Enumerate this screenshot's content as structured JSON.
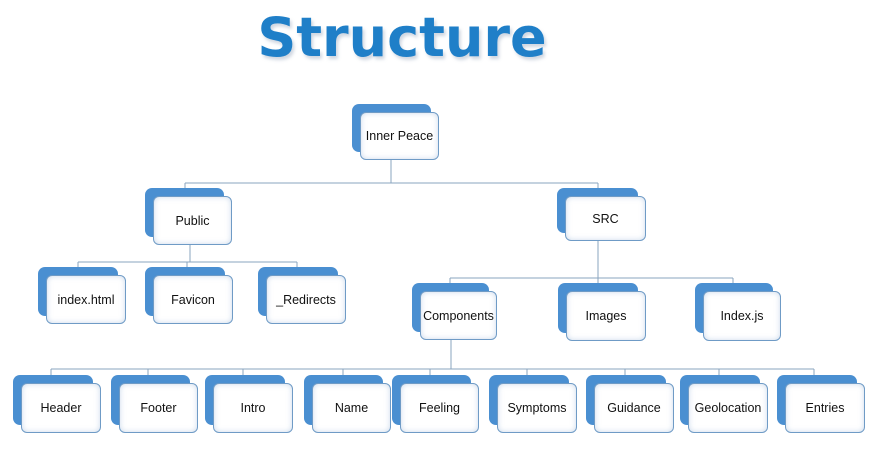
{
  "title": "Structure",
  "colors": {
    "title": "#1f7fc8",
    "box_back": "#4a8fd1",
    "box_border": "#6f9bc6",
    "connector": "#8aa4bf"
  },
  "root": {
    "label": "Inner Peace"
  },
  "level1": [
    {
      "label": "Public"
    },
    {
      "label": "SRC"
    }
  ],
  "public_children": [
    {
      "label": "index.html"
    },
    {
      "label": "Favicon"
    },
    {
      "label": "_Redirects"
    }
  ],
  "src_children": [
    {
      "label": "Components"
    },
    {
      "label": "Images"
    },
    {
      "label": "Index.js"
    }
  ],
  "components_children": [
    {
      "label": "Header"
    },
    {
      "label": "Footer"
    },
    {
      "label": "Intro"
    },
    {
      "label": "Name"
    },
    {
      "label": "Feeling"
    },
    {
      "label": "Symptoms"
    },
    {
      "label": "Guidance"
    },
    {
      "label": "Geolocation"
    },
    {
      "label": "Entries"
    }
  ]
}
